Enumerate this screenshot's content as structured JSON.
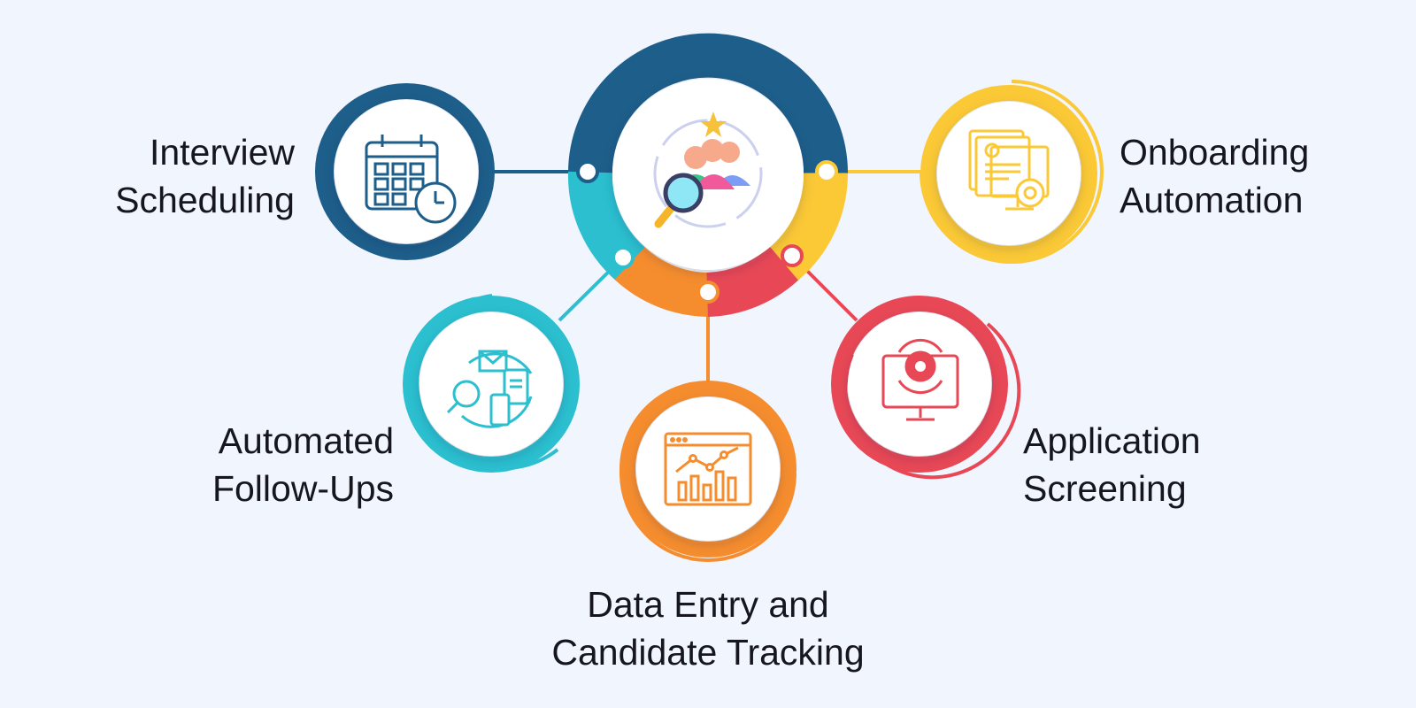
{
  "colors": {
    "background": "#f1f5fd",
    "navy": "#1d5e8a",
    "teal": "#2bbfcf",
    "orange": "#f58d2e",
    "red": "#e84856",
    "yellow": "#fbc936"
  },
  "hub": {
    "icon": "people-search-icon"
  },
  "nodes": [
    {
      "id": "interview-scheduling",
      "icon": "calendar-clock-icon",
      "color": "#1d5e8a",
      "line1": "Interview",
      "line2": "Scheduling"
    },
    {
      "id": "onboarding-automation",
      "icon": "document-gear-monitor-icon",
      "color": "#fbc936",
      "line1": "Onboarding",
      "line2": "Automation"
    },
    {
      "id": "automated-follow-ups",
      "icon": "envelope-devices-search-icon",
      "color": "#2bbfcf",
      "line1": "Automated",
      "line2": "Follow-Ups"
    },
    {
      "id": "data-entry-tracking",
      "icon": "analytics-chart-icon",
      "color": "#f58d2e",
      "line1": "Data Entry and",
      "line2": "Candidate Tracking"
    },
    {
      "id": "application-screening",
      "icon": "monitor-gear-icon",
      "color": "#e84856",
      "line1": "Application",
      "line2": "Screening"
    }
  ]
}
